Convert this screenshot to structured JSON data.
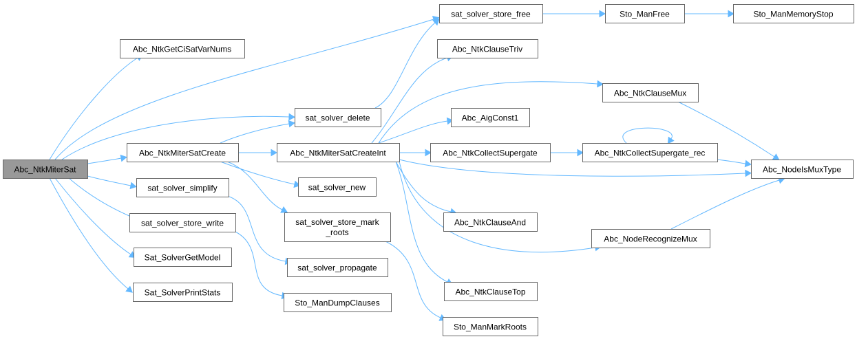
{
  "graph": {
    "colors": {
      "edge": "#63b8ff",
      "node_border": "#666666",
      "node_fill": "#ffffff",
      "root_fill": "#999999"
    },
    "nodes": [
      {
        "id": "n0",
        "label": "Abc_NtkMiterSat",
        "root": true
      },
      {
        "id": "n1",
        "label": "Abc_NtkGetCiSatVarNums"
      },
      {
        "id": "n2",
        "label": "sat_solver_delete"
      },
      {
        "id": "n3",
        "label": "Abc_NtkMiterSatCreate"
      },
      {
        "id": "n4",
        "label": "sat_solver_simplify"
      },
      {
        "id": "n5",
        "label": "sat_solver_store_write"
      },
      {
        "id": "n6",
        "label": "Sat_SolverGetModel"
      },
      {
        "id": "n7",
        "label": "Sat_SolverPrintStats"
      },
      {
        "id": "n8",
        "label": "sat_solver_store_free"
      },
      {
        "id": "n9",
        "label": "Abc_NtkMiterSatCreateInt"
      },
      {
        "id": "n10",
        "label": "sat_solver_new"
      },
      {
        "id": "n11",
        "label": "sat_solver_store_mark",
        "label2": "_roots"
      },
      {
        "id": "n12",
        "label": "sat_solver_propagate"
      },
      {
        "id": "n13",
        "label": "Sto_ManDumpClauses"
      },
      {
        "id": "n14",
        "label": "Sto_ManFree"
      },
      {
        "id": "n15",
        "label": "Sto_ManMemoryStop"
      },
      {
        "id": "n16",
        "label": "Abc_NtkClauseTriv"
      },
      {
        "id": "n17",
        "label": "Abc_NtkClauseMux"
      },
      {
        "id": "n18",
        "label": "Abc_AigConst1"
      },
      {
        "id": "n19",
        "label": "Abc_NtkCollectSupergate"
      },
      {
        "id": "n20",
        "label": "Abc_NtkCollectSupergate_rec"
      },
      {
        "id": "n21",
        "label": "Abc_NodeIsMuxType"
      },
      {
        "id": "n22",
        "label": "Abc_NtkClauseAnd"
      },
      {
        "id": "n23",
        "label": "Abc_NodeRecognizeMux"
      },
      {
        "id": "n24",
        "label": "Abc_NtkClauseTop"
      },
      {
        "id": "n25",
        "label": "Sto_ManMarkRoots"
      }
    ],
    "edges": [
      [
        "n0",
        "n1"
      ],
      [
        "n0",
        "n8"
      ],
      [
        "n0",
        "n2"
      ],
      [
        "n0",
        "n3"
      ],
      [
        "n0",
        "n4"
      ],
      [
        "n0",
        "n5"
      ],
      [
        "n0",
        "n6"
      ],
      [
        "n0",
        "n7"
      ],
      [
        "n3",
        "n2"
      ],
      [
        "n3",
        "n9"
      ],
      [
        "n3",
        "n10"
      ],
      [
        "n3",
        "n11"
      ],
      [
        "n2",
        "n8"
      ],
      [
        "n8",
        "n14"
      ],
      [
        "n14",
        "n15"
      ],
      [
        "n9",
        "n16"
      ],
      [
        "n9",
        "n17"
      ],
      [
        "n9",
        "n18"
      ],
      [
        "n9",
        "n19"
      ],
      [
        "n9",
        "n21"
      ],
      [
        "n9",
        "n22"
      ],
      [
        "n9",
        "n23"
      ],
      [
        "n9",
        "n24"
      ],
      [
        "n19",
        "n20"
      ],
      [
        "n20",
        "n20"
      ],
      [
        "n20",
        "n21"
      ],
      [
        "n17",
        "n21"
      ],
      [
        "n23",
        "n21"
      ],
      [
        "n4",
        "n12"
      ],
      [
        "n5",
        "n13"
      ],
      [
        "n11",
        "n25"
      ]
    ]
  }
}
